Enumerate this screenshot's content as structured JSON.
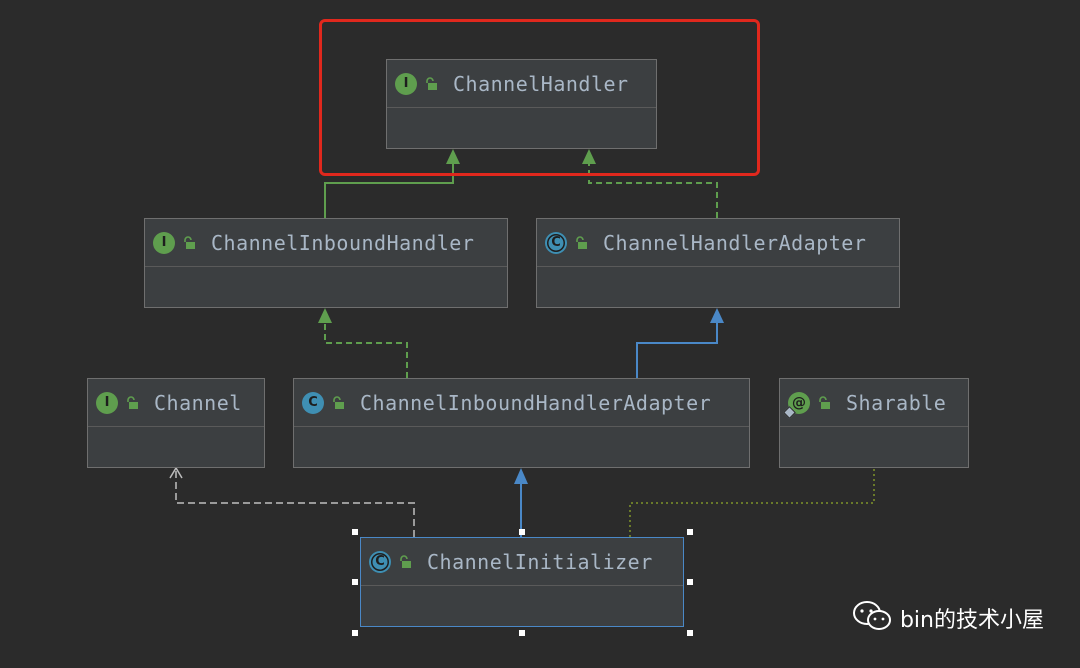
{
  "diagram": {
    "nodes": {
      "channel_handler": {
        "title": "ChannelHandler",
        "kind": "interface",
        "kind_letter": "I"
      },
      "channel_inbound_handler": {
        "title": "ChannelInboundHandler",
        "kind": "interface",
        "kind_letter": "I"
      },
      "channel_handler_adapter": {
        "title": "ChannelHandlerAdapter",
        "kind": "abstract-class",
        "kind_letter": "C"
      },
      "channel": {
        "title": "Channel",
        "kind": "interface",
        "kind_letter": "I"
      },
      "channel_inbound_handler_adapter": {
        "title": "ChannelInboundHandlerAdapter",
        "kind": "class",
        "kind_letter": "C"
      },
      "sharable": {
        "title": "Sharable",
        "kind": "annotation",
        "kind_letter": "@"
      },
      "channel_initializer": {
        "title": "ChannelInitializer",
        "kind": "abstract-class",
        "kind_letter": "C"
      }
    },
    "edges": [
      {
        "from": "ChannelInboundHandler",
        "to": "ChannelHandler",
        "type": "extends"
      },
      {
        "from": "ChannelHandlerAdapter",
        "to": "ChannelHandler",
        "type": "implements"
      },
      {
        "from": "ChannelInboundHandlerAdapter",
        "to": "ChannelInboundHandler",
        "type": "implements"
      },
      {
        "from": "ChannelInboundHandlerAdapter",
        "to": "ChannelHandlerAdapter",
        "type": "extends"
      },
      {
        "from": "ChannelInitializer",
        "to": "ChannelInboundHandlerAdapter",
        "type": "extends"
      },
      {
        "from": "ChannelInitializer",
        "to": "Channel",
        "type": "dependency"
      },
      {
        "from": "ChannelInitializer",
        "to": "Sharable",
        "type": "annotated"
      }
    ],
    "colors": {
      "background": "#2b2b2b",
      "node_fill": "#3c3f41",
      "node_border": "#6f6f6f",
      "highlight_frame": "#e0281d",
      "extends_line": "#4a88c7",
      "interface_line": "#5f9e4e",
      "dependency_line": "#9a9a9a",
      "annotation_line": "#6a7a2a",
      "interface_icon": "#5f9e4e",
      "class_icon": "#3f8fb3"
    }
  },
  "watermark": {
    "text": "bin的技术小屋",
    "icon": "wechat-icon"
  }
}
